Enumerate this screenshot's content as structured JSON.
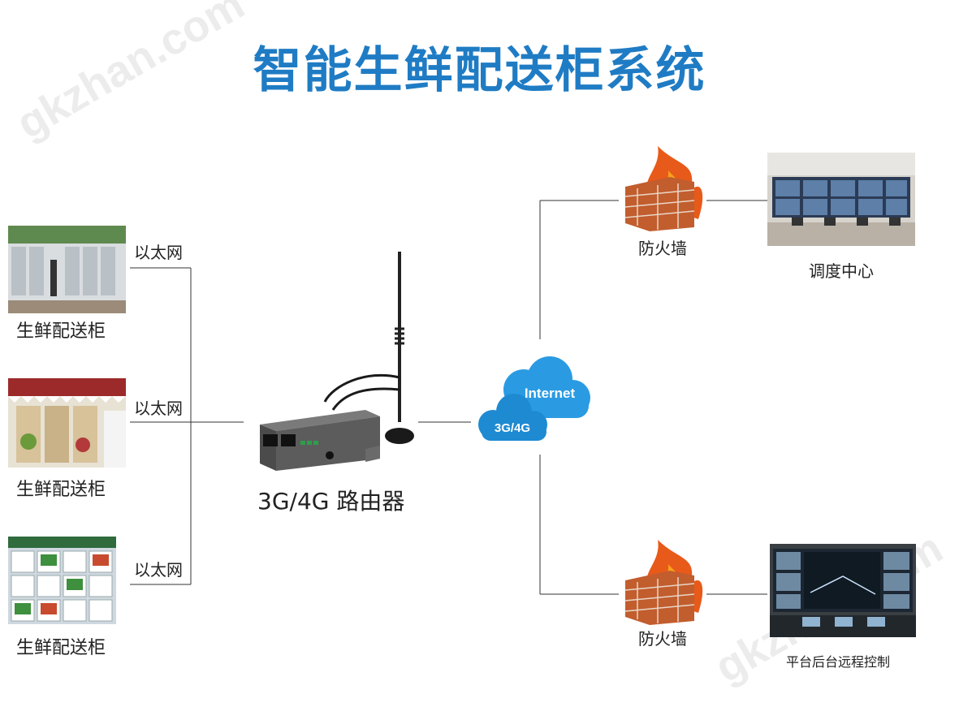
{
  "title": "智能生鲜配送柜系统",
  "watermark": [
    "gkzhan.com",
    "gkzhan.com"
  ],
  "lockers": [
    {
      "label": "生鲜配送柜",
      "link": "以太网"
    },
    {
      "label": "生鲜配送柜",
      "link": "以太网"
    },
    {
      "label": "生鲜配送柜",
      "link": "以太网"
    }
  ],
  "router": {
    "label": "3G/4G 路由器"
  },
  "cloud": {
    "top": "Internet",
    "bottom": "3G/4G"
  },
  "firewalls": [
    {
      "label": "防火墙"
    },
    {
      "label": "防火墙"
    }
  ],
  "centers": [
    {
      "label": "调度中心"
    },
    {
      "label": "平台后台远程控制"
    }
  ],
  "colors": {
    "title": "#1f7cc4",
    "cloud": "#2a9be3",
    "line": "#333333"
  }
}
